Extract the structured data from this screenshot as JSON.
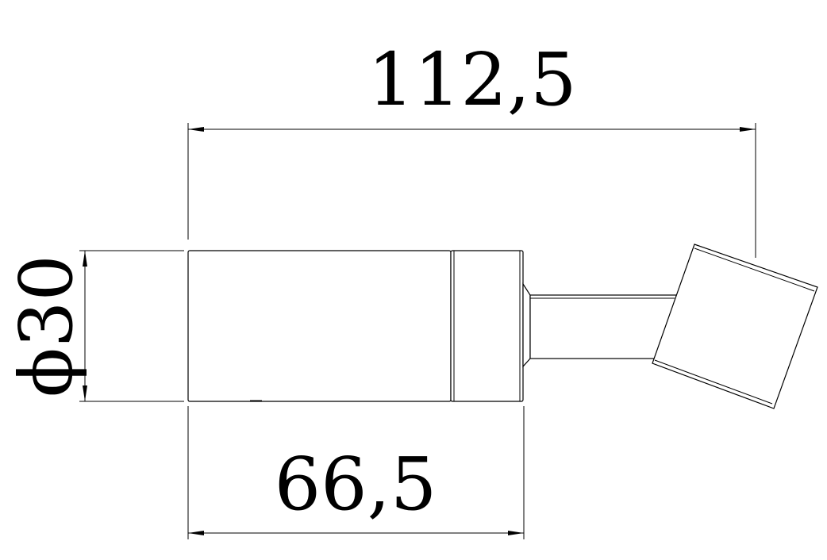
{
  "dimensions": {
    "overall_length": "112,5",
    "body_length": "66,5",
    "diameter": "ϕ30"
  },
  "colors": {
    "line": "#000000",
    "background": "#ffffff"
  }
}
